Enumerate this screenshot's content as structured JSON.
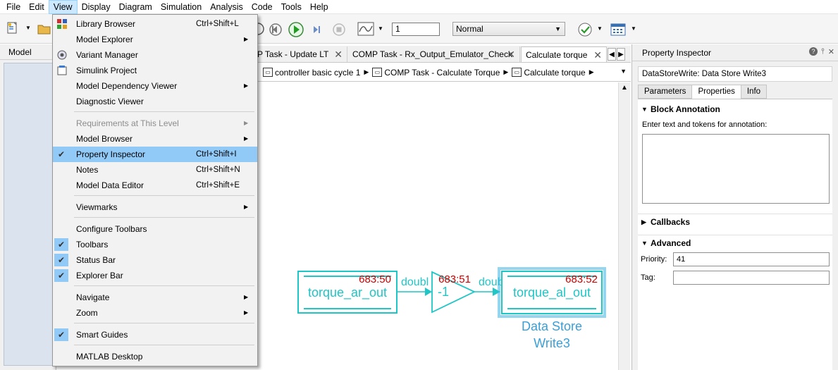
{
  "menubar": [
    "File",
    "Edit",
    "View",
    "Display",
    "Diagram",
    "Simulation",
    "Analysis",
    "Code",
    "Tools",
    "Help"
  ],
  "toolbar": {
    "stop_time": "1",
    "sim_mode": "Normal"
  },
  "left_panel": {
    "title": "Model Brows"
  },
  "tabs": [
    {
      "label": "P Task - Update LT"
    },
    {
      "label": "COMP Task - Rx_Output_Emulator_Check"
    },
    {
      "label": "Calculate torque"
    }
  ],
  "breadcrumb": [
    {
      "label": "controller basic cycle 1"
    },
    {
      "label": "COMP Task - Calculate Torque"
    },
    {
      "label": "Calculate torque"
    }
  ],
  "diagram": {
    "block1": {
      "name": "torque_ar_out",
      "id": "683:50"
    },
    "signal1": "doubl",
    "gain": {
      "value": "-1",
      "id": "683:51"
    },
    "signal2": "double",
    "block2": {
      "name": "torque_al_out",
      "id": "683:52",
      "caption_line1": "Data Store",
      "caption_line2": "Write3"
    },
    "colors": {
      "block": "#1fc6c6",
      "selected": "#3db4e4",
      "id_text": "#cc0000",
      "caption": "#3a9fd8"
    }
  },
  "property_inspector": {
    "title": "Property Inspector",
    "block_label": "DataStoreWrite: Data Store Write3",
    "tabs": [
      "Parameters",
      "Properties",
      "Info"
    ],
    "active_tab": "Properties",
    "sections": {
      "block_annotation": "Block Annotation",
      "annotation_hint": "Enter text and tokens for annotation:",
      "callbacks": "Callbacks",
      "advanced": "Advanced"
    },
    "priority_label": "Priority:",
    "priority_value": "41",
    "tag_label": "Tag:",
    "tag_value": ""
  },
  "view_menu": {
    "items": [
      {
        "label": "Library Browser",
        "shortcut": "Ctrl+Shift+L",
        "icon": "library-icon"
      },
      {
        "label": "Model Explorer",
        "submenu": true
      },
      {
        "label": "Variant Manager",
        "icon": "variant-icon"
      },
      {
        "label": "Simulink Project",
        "icon": "project-icon"
      },
      {
        "label": "Model Dependency Viewer",
        "submenu": true
      },
      {
        "label": "Diagnostic Viewer"
      },
      {
        "label": "Requirements at This Level",
        "submenu": true,
        "disabled": true
      },
      {
        "label": "Model Browser",
        "submenu": true
      },
      {
        "label": "Property Inspector",
        "shortcut": "Ctrl+Shift+I",
        "checked": true,
        "highlighted": true
      },
      {
        "label": "Notes",
        "shortcut": "Ctrl+Shift+N"
      },
      {
        "label": "Model Data Editor",
        "shortcut": "Ctrl+Shift+E"
      },
      {
        "label": "Viewmarks",
        "submenu": true
      },
      {
        "label": "Configure Toolbars"
      },
      {
        "label": "Toolbars",
        "checked": true
      },
      {
        "label": "Status Bar",
        "checked": true
      },
      {
        "label": "Explorer Bar",
        "checked": true
      },
      {
        "label": "Navigate",
        "submenu": true
      },
      {
        "label": "Zoom",
        "submenu": true
      },
      {
        "label": "Smart Guides",
        "checked": true
      },
      {
        "label": "MATLAB Desktop"
      }
    ]
  }
}
